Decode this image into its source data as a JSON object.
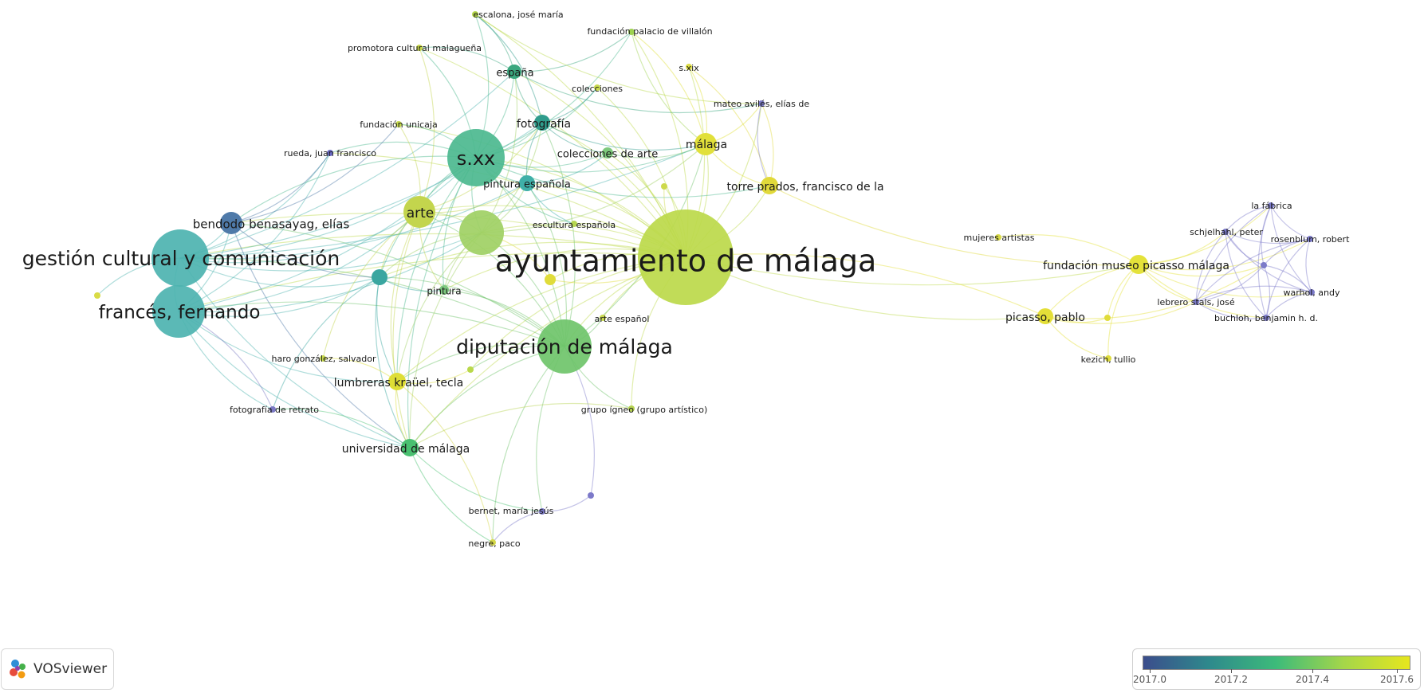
{
  "app": {
    "name": "VOSviewer"
  },
  "legend": {
    "ticks": [
      "2017.0",
      "2017.2",
      "2017.4",
      "2017.6"
    ],
    "gradient": [
      "#3b4d8c",
      "#2e8a8c",
      "#3dbb7a",
      "#a4d64a",
      "#e6e61e"
    ]
  },
  "nodes": [
    {
      "label": "ayuntamiento de málaga",
      "color": "#bcd94a"
    },
    {
      "label": "diputación de málaga",
      "color": "#6fc46a"
    },
    {
      "label": "gestión cultural y comunicación",
      "color": "#4db3b0"
    },
    {
      "label": "francés, fernando",
      "color": "#4db3b0"
    },
    {
      "label": "s.xx",
      "color": "#4cb98f"
    },
    {
      "label": "",
      "color": "#9fd064"
    },
    {
      "label": "arte",
      "color": "#c3d54d"
    },
    {
      "label": "bendodo benasayag, elías",
      "color": "#4f7aa9"
    },
    {
      "label": "",
      "color": "#3aa6a0"
    },
    {
      "label": "españa",
      "color": "#3aa77e"
    },
    {
      "label": "fotografía",
      "color": "#2f9c8c"
    },
    {
      "label": "pintura española",
      "color": "#3fb0a8"
    },
    {
      "label": "colecciones de arte",
      "color": "#7ec97c"
    },
    {
      "label": "málaga",
      "color": "#e1e03a"
    },
    {
      "label": "torre prados, francisco de la",
      "color": "#e1d93a"
    },
    {
      "label": "lumbreras kraüel, tecla",
      "color": "#dede35"
    },
    {
      "label": "universidad de málaga",
      "color": "#49c070"
    },
    {
      "label": "fundación museo picasso málaga",
      "color": "#e4e23a"
    },
    {
      "label": "picasso, pablo",
      "color": "#e4df38"
    },
    {
      "label": "pintura",
      "color": "#7cc77e"
    },
    {
      "label": "",
      "color": "#e0dc3a"
    },
    {
      "label": "escalona, josé maría",
      "color": "#b7d94c"
    },
    {
      "label": "fundación palacio de villalón",
      "color": "#9ed24f"
    },
    {
      "label": "promotora cultural malagueña",
      "color": "#c9d849"
    },
    {
      "label": "colecciones",
      "color": "#c7da4e"
    },
    {
      "label": "s.xix",
      "color": "#dddd44"
    },
    {
      "label": "mateo avilés, elías de",
      "color": "#7d7cc8"
    },
    {
      "label": "fundación unicaja",
      "color": "#c4d74d"
    },
    {
      "label": "rueda, juan francisco",
      "color": "#6a6ac4"
    },
    {
      "label": "",
      "color": "#cdd94b"
    },
    {
      "label": "escultura española",
      "color": "#b6d652"
    },
    {
      "label": "arte español",
      "color": "#c9d94e"
    },
    {
      "label": "haro gonzález, salvador",
      "color": "#c6d84d"
    },
    {
      "label": "fotografía de retrato",
      "color": "#7b79c4"
    },
    {
      "label": "grupo ígneo (grupo artístico)",
      "color": "#b5d250"
    },
    {
      "label": "bernet, maría jesús",
      "color": "#7c79c9"
    },
    {
      "label": "negre, paco",
      "color": "#d5d84a"
    },
    {
      "label": "",
      "color": "#7c79c9"
    },
    {
      "label": "",
      "color": "#b9d84a"
    },
    {
      "label": "mujeres artistas",
      "color": "#d8da46"
    },
    {
      "label": "la fábrica",
      "color": "#7c7bc9"
    },
    {
      "label": "schjelhahl, peter",
      "color": "#7c7bc9"
    },
    {
      "label": "rosenblum, robert",
      "color": "#7c7bc9"
    },
    {
      "label": "warhol, andy",
      "color": "#7c7bc9"
    },
    {
      "label": "lebrero stals, josé",
      "color": "#7c7bc9"
    },
    {
      "label": "buchloh, benjamin h. d.",
      "color": "#7c7bc9"
    },
    {
      "label": "",
      "color": "#7c7bc9"
    },
    {
      "label": "kezich, tullio",
      "color": "#dedc3e"
    },
    {
      "label": "",
      "color": "#e0dc3a"
    },
    {
      "label": "",
      "color": "#d9db45"
    }
  ]
}
